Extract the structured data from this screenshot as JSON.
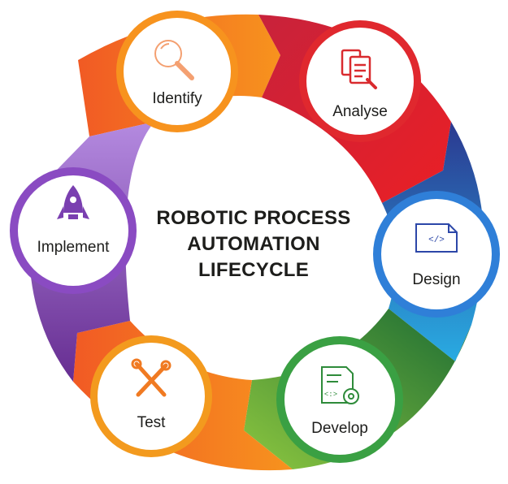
{
  "center": {
    "lines": [
      "ROBOTIC PROCESS",
      "AUTOMATION",
      "LIFECYCLE"
    ]
  },
  "stages": [
    {
      "label": "Identify",
      "icon": "magnifier-icon",
      "color": "#f07a22",
      "ring_color": "#f26e23"
    },
    {
      "label": "Analyse",
      "icon": "documents-icon",
      "color": "#d92a2e",
      "ring_color": "#e0282e"
    },
    {
      "label": "Design",
      "icon": "code-document-icon",
      "color": "#2f7fd8",
      "ring_color": "#2c47a8"
    },
    {
      "label": "Develop",
      "icon": "code-gear-icon",
      "color": "#3aa043",
      "ring_color": "#2e8b3a"
    },
    {
      "label": "Test",
      "icon": "tools-icon",
      "color": "#f29524",
      "ring_color": "#f39a1e"
    },
    {
      "label": "Implement",
      "icon": "rocket-icon",
      "color": "#7a3fb0",
      "ring_color": "#8a4bc2"
    }
  ]
}
